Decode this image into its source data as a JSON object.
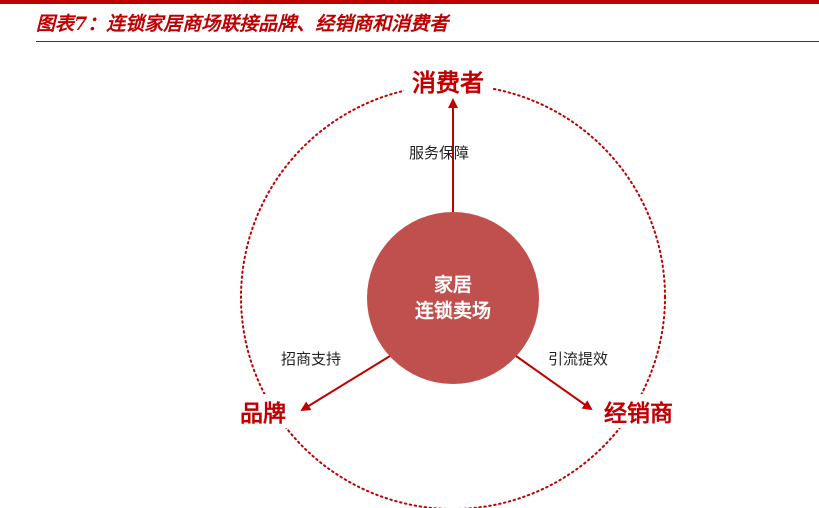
{
  "title": "图表7：连锁家居商场联接品牌、经销商和消费者",
  "colors": {
    "accent": "#c00000",
    "center_fill": "#c0504d",
    "arrow": "#c00000"
  },
  "center": {
    "line1": "家居",
    "line2": "连锁卖场"
  },
  "nodes": {
    "consumer": "消费者",
    "brand": "品牌",
    "dealer": "经销商"
  },
  "edges": {
    "to_consumer": "服务保障",
    "to_brand": "招商支持",
    "to_dealer": "引流提效"
  }
}
